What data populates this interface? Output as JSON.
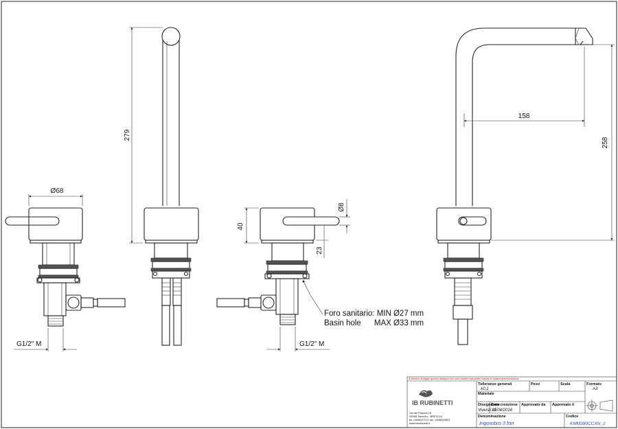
{
  "dimensions": {
    "left_diameter": "Ø68",
    "spout_height": "279",
    "lever_height": "40",
    "hole_diameter": "Ø8",
    "below_height": "23",
    "spout_reach": "158",
    "right_height": "258",
    "thread_left": "G1/2\" M",
    "thread_right": "G1/2\" M"
  },
  "notes": {
    "basin_line1": "Foro sanitario: MIN Ø27 mm",
    "basin_line2": "Basin hole      MAX Ø33 mm"
  },
  "title_block": {
    "warning": "A termini di legge questo disegno non può essere riprodotto senza la nostra autorizzazione",
    "company": "IB RUBINETTI",
    "address_line1": "Via dei Pianotti 15",
    "address_line2": "25068 Sarezzo - BRESCIA",
    "address_line3": "tel. 0308027071 fax. 0308000897",
    "address_line4": "www.ibrubinetti.it",
    "tolleranze_label": "Tolleranze generali",
    "tolleranze_value": "±0,1",
    "materiale_label": "Materiale",
    "peso_label": "Peso",
    "scala_label": "Scala",
    "formato_label": "Formato",
    "formato_value": "A3",
    "disegnatore_label": "Disegnatore",
    "disegnatore_value": "Vivenzi M.",
    "data_label": "Data creazione",
    "data_value": "15/04/2016",
    "approvato_da_label": "Approvato da",
    "approvato_il_label": "Approvato il",
    "denominazione_label": "Denominazione",
    "denominazione_value": "Ingombro 3 fori",
    "codice_label": "Codice",
    "codice_value": "KMM390CCXN_2"
  }
}
